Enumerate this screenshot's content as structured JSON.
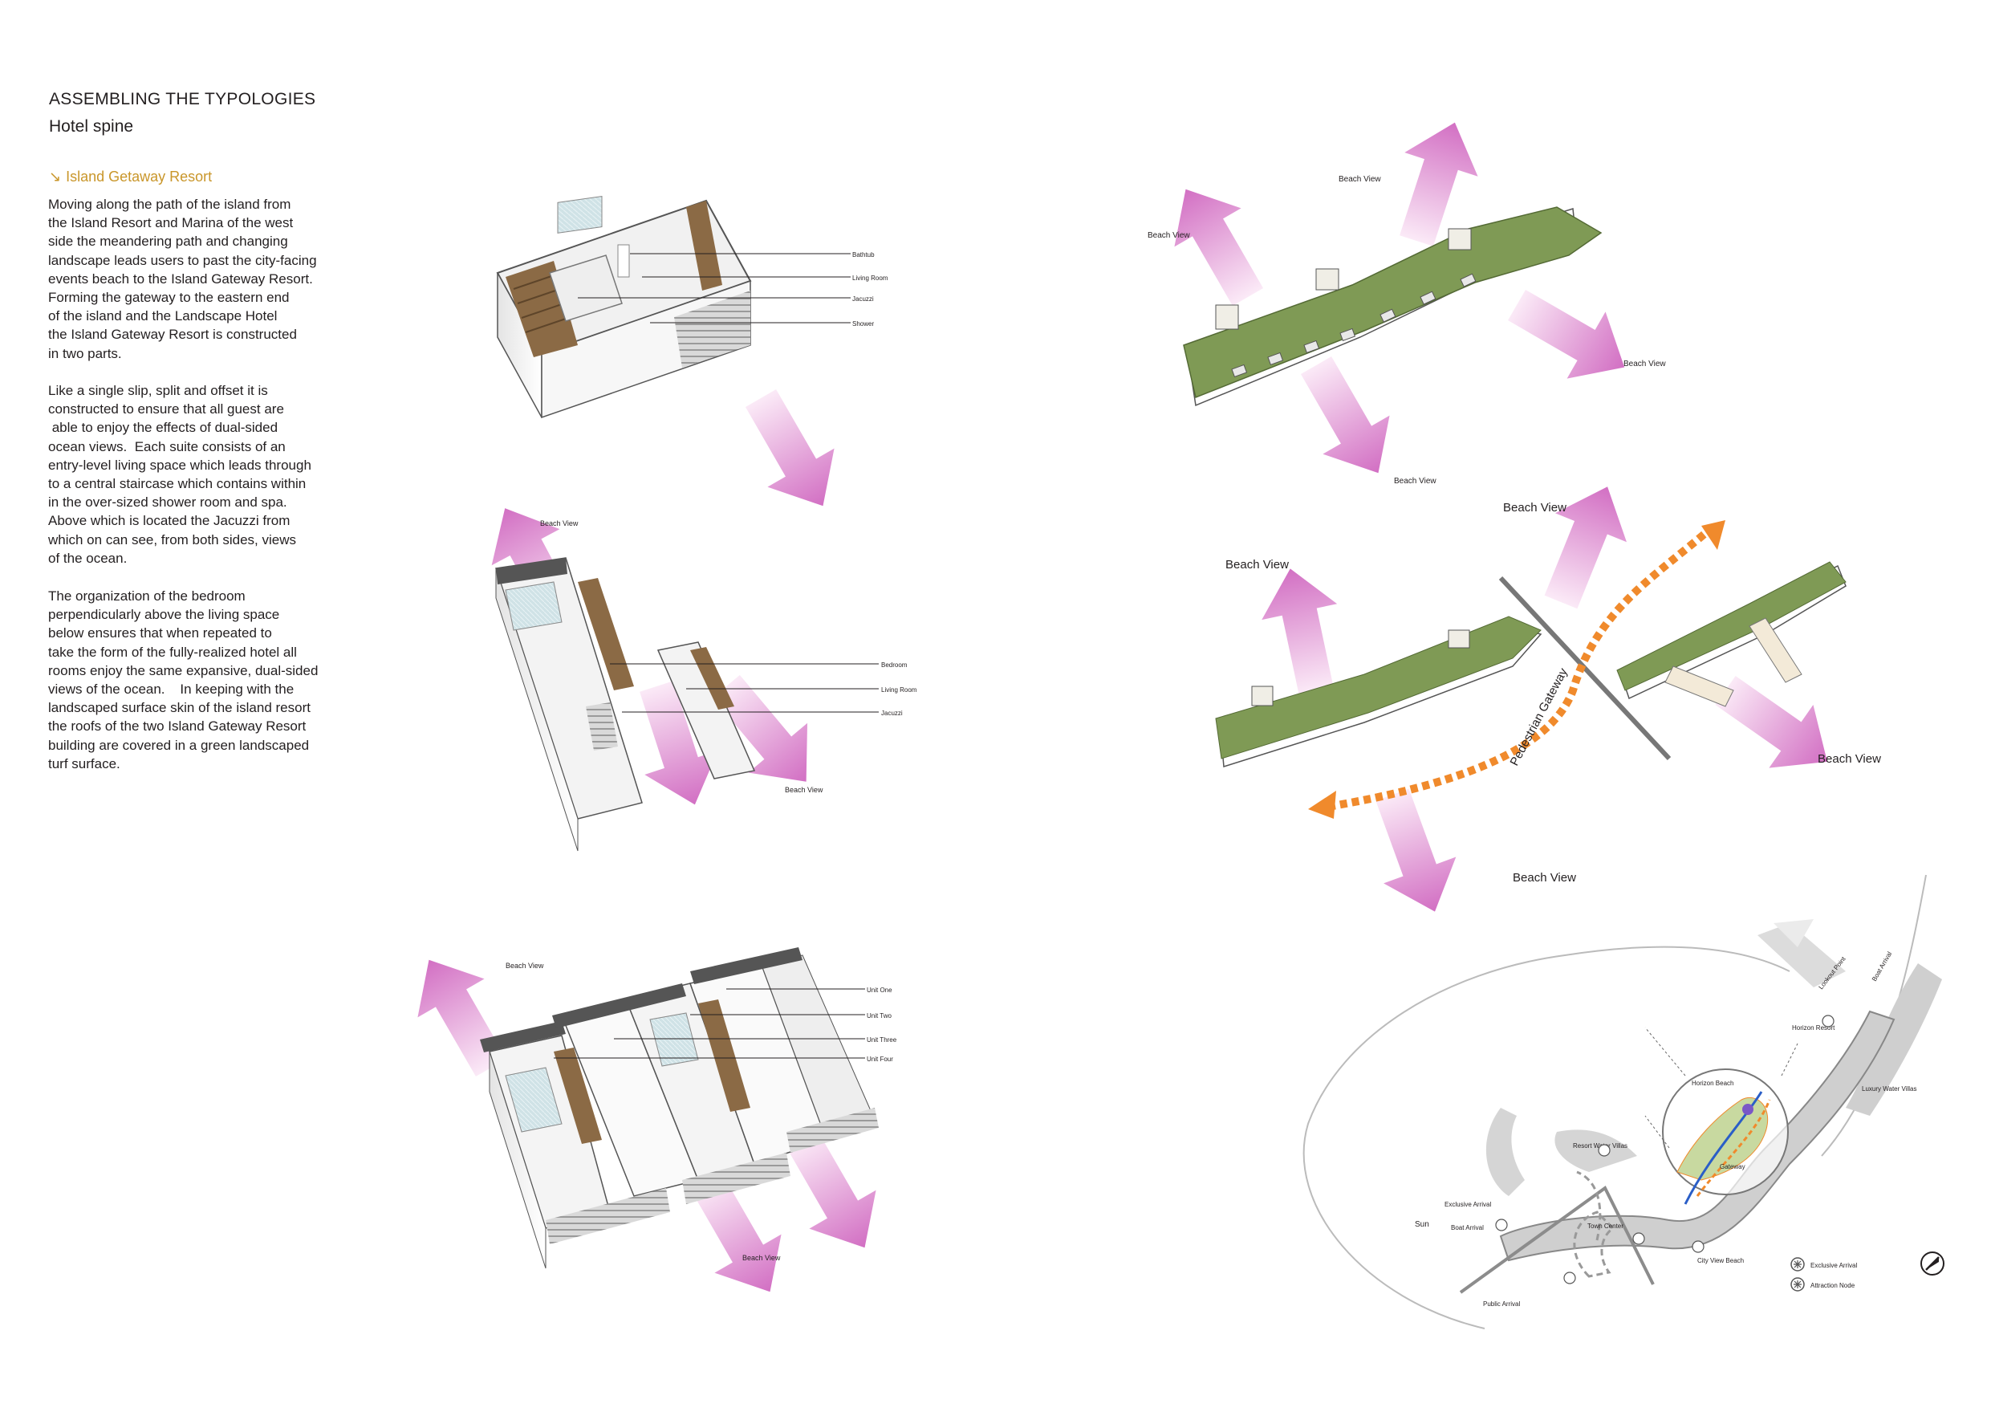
{
  "header": {
    "title": "ASSEMBLING THE TYPOLOGIES",
    "subtitle": "Hotel spine",
    "section_title": "Island Getaway Resort"
  },
  "body_paragraphs": [
    [
      "Moving along the path of the island from",
      "the Island Resort and Marina of the west",
      "side the meandering path and changing",
      "landscape leads users to past the city-facing",
      "events beach to the Island Gateway Resort.",
      "Forming the gateway to the eastern end",
      "of the island and the Landscape Hotel",
      "the Island Gateway Resort is constructed",
      "in two parts."
    ],
    [
      "Like a single slip, split and offset it is",
      "constructed to ensure that all guest are",
      " able to enjoy the effects of dual-sided",
      "ocean views.  Each suite consists of an",
      "entry-level living space which leads through",
      "to a central staircase which contains within",
      "in the over-sized shower room and spa.",
      "Above which is located the Jacuzzi from",
      "which on can see, from both sides, views",
      "of the ocean."
    ],
    [
      "The organization of the bedroom",
      "perpendicularly above the living space",
      "below ensures that when repeated to",
      "take the form of the fully-realized hotel all",
      "rooms enjoy the same expansive, dual-sided",
      "views of the ocean.    In keeping with the",
      "landscaped surface skin of the island resort",
      "the roofs of the two Island Gateway Resort",
      "building are covered in a green landscaped",
      "turf surface."
    ]
  ],
  "diagram1": {
    "labels": [
      "Bathtub",
      "Living Room",
      "Jacuzzi",
      "Shower"
    ]
  },
  "diagram2": {
    "beach_top": "Beach View",
    "beach_bottom": "Beach View",
    "labels": [
      "Bedroom",
      "Living Room",
      "Jacuzzi"
    ]
  },
  "diagram3": {
    "beach_top": "Beach View",
    "beach_bottom": "Beach View",
    "labels": [
      "Unit One",
      "Unit Two",
      "Unit Three",
      "Unit Four"
    ]
  },
  "diagram4": {
    "beach_nw": "Beach View",
    "beach_n": "Beach View",
    "beach_e": "Beach View",
    "beach_s": "Beach View"
  },
  "diagram5": {
    "beach_nw": "Beach View",
    "beach_n": "Beach View",
    "beach_se": "Beach View",
    "beach_s": "Beach View",
    "gateway": "Pedestrian Gateway"
  },
  "map": {
    "labels": {
      "lookout": "Lookout Point",
      "boat_top": "Boat Arrival",
      "horizon_resort": "Horizon Resort",
      "luxury": "Luxury Water Villas",
      "horizon_beach": "Horizon Beach",
      "resort_water": "Resort Water Villas",
      "gateway": "Gateway",
      "exclusive_arrival": "Exclusive Arrival",
      "sun": "Sun",
      "boat_left": "Boat Arrival",
      "town": "Town Center",
      "city_view": "City View Beach",
      "public": "Public Arrival"
    },
    "legend": [
      "Exclusive Arrival",
      "Attraction Node"
    ]
  },
  "colors": {
    "pink_arrow": "#d877c8",
    "green_roof": "#7f9a55",
    "orange_path": "#f08a2c",
    "wood": "#8b6a45",
    "section_gold": "#c9962a"
  }
}
